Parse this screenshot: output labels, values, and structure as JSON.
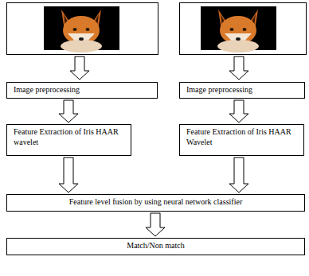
{
  "diagram": {
    "nodes": [
      {
        "text": [
          "Image preprocessing"
        ]
      },
      {
        "text": [
          "Image preprocessing"
        ]
      },
      {
        "text": [
          "Feature Extraction of Iris HAAR wavelet"
        ]
      },
      {
        "text": [
          "Feature Extraction of Iris HAAR Wavelet"
        ]
      },
      {
        "text": [
          "Feature level fusion by using neural network classifier"
        ]
      },
      {
        "text": [
          "Match/Non match"
        ]
      }
    ],
    "edges": [
      {
        "from": 0,
        "to": 2,
        "arrow": "to"
      },
      {
        "from": 1,
        "to": 3,
        "arrow": "to"
      },
      {
        "from": 2,
        "to": 4,
        "arrow": "to"
      },
      {
        "from": 3,
        "to": 4,
        "arrow": "to"
      },
      {
        "from": 4,
        "to": 5,
        "arrow": "to"
      }
    ]
  }
}
